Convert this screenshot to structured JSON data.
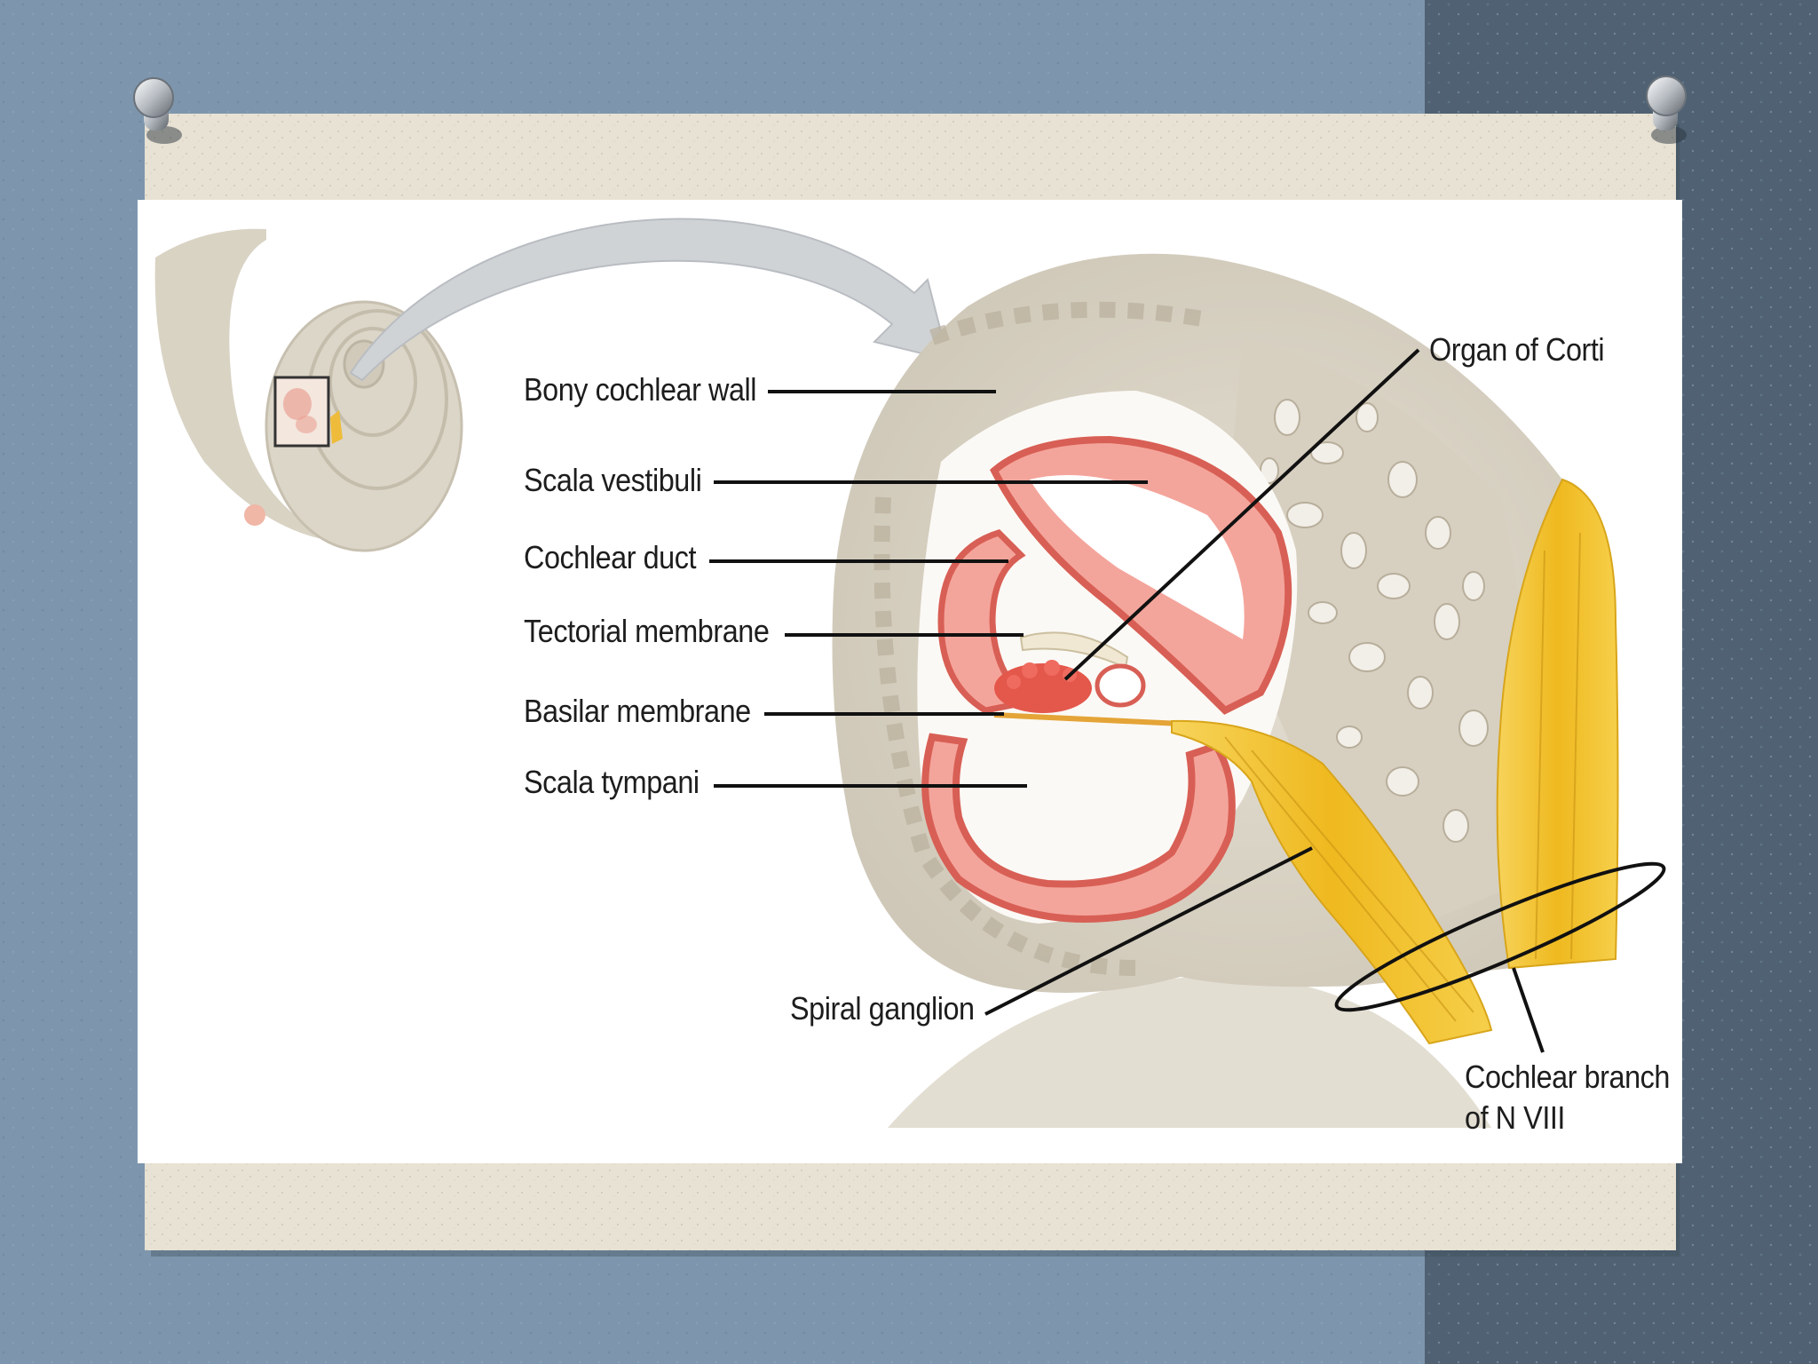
{
  "slide": {
    "colors": {
      "background": "#7d96ad",
      "paper": "#e8e2d4",
      "bone": "#ddd7c9",
      "pink": "#e87a72",
      "nerve": "#f2c230"
    }
  },
  "diagram": {
    "labels": {
      "bony_cochlear_wall": "Bony cochlear wall",
      "scala_vestibuli": "Scala vestibuli",
      "cochlear_duct": "Cochlear duct",
      "tectorial_membrane": "Tectorial membrane",
      "basilar_membrane": "Basilar membrane",
      "scala_tympani": "Scala tympani",
      "organ_of_corti": "Organ of Corti",
      "spiral_ganglion": "Spiral ganglion",
      "cochlear_branch_line1": "Cochlear branch",
      "cochlear_branch_line2": "of N VIII"
    }
  }
}
